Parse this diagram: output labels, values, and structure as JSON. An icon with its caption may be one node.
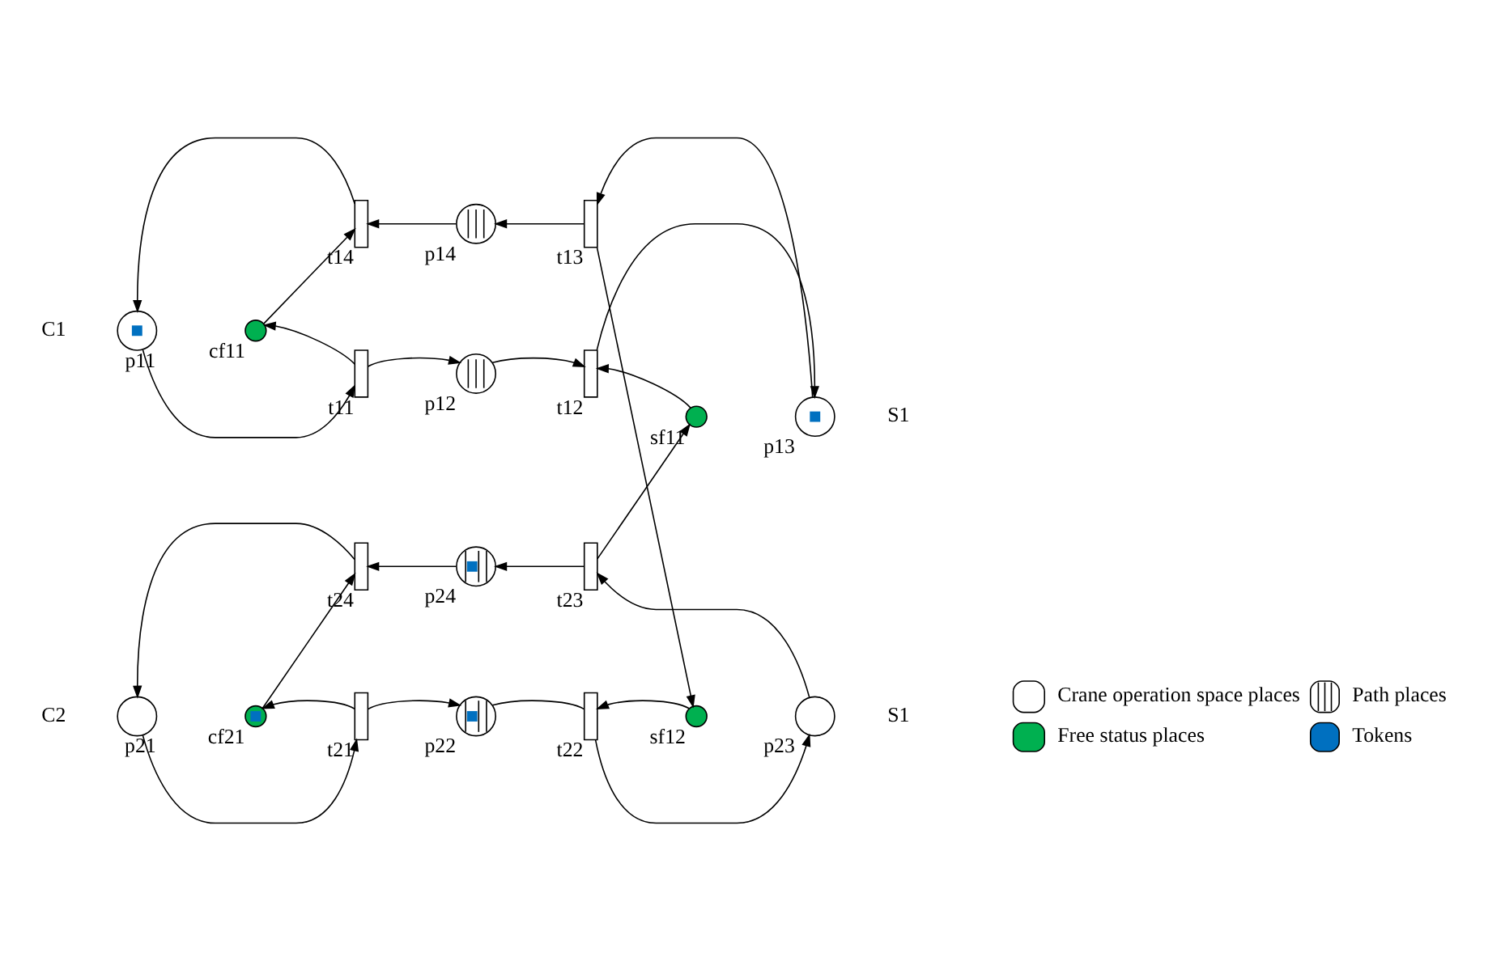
{
  "diagram": {
    "nodes": [
      {
        "text": [
          "p11"
        ],
        "beside": [
          "C1"
        ]
      },
      {
        "text": [
          "cf11"
        ]
      },
      {
        "text": [
          "t14"
        ]
      },
      {
        "text": [
          "t11"
        ]
      },
      {
        "text": [
          "p14"
        ]
      },
      {
        "text": [
          "p12"
        ]
      },
      {
        "text": [
          "t13"
        ]
      },
      {
        "text": [
          "t12"
        ]
      },
      {
        "text": [
          "p13"
        ],
        "beside": [
          "S1"
        ]
      },
      {
        "text": [
          "sf11"
        ]
      },
      {
        "text": [
          "sf12"
        ]
      },
      {
        "text": [
          "p24"
        ]
      },
      {
        "text": [
          "t24"
        ]
      },
      {
        "text": [
          "t23"
        ]
      },
      {
        "text": [
          "p21"
        ],
        "beside": [
          "C2"
        ]
      },
      {
        "text": [
          "cf21"
        ]
      },
      {
        "text": [
          "t21"
        ]
      },
      {
        "text": [
          "p22"
        ]
      },
      {
        "text": [
          "t22"
        ]
      },
      {
        "text": [
          "p23"
        ],
        "beside": [
          "S1"
        ]
      }
    ],
    "edges": [
      {
        "from": 0,
        "to": 3,
        "arrow": "to"
      },
      {
        "from": 3,
        "to": 5,
        "arrow": "to"
      },
      {
        "from": 5,
        "to": 7,
        "arrow": "to"
      },
      {
        "from": 7,
        "to": 8,
        "arrow": "to"
      },
      {
        "from": 8,
        "to": 6,
        "arrow": "to"
      },
      {
        "from": 6,
        "to": 4,
        "arrow": "to"
      },
      {
        "from": 4,
        "to": 2,
        "arrow": "to"
      },
      {
        "from": 2,
        "to": 0,
        "arrow": "to"
      },
      {
        "from": 3,
        "to": 1,
        "arrow": "to"
      },
      {
        "from": 1,
        "to": 2,
        "arrow": "to"
      },
      {
        "from": 9,
        "to": 7,
        "arrow": "to"
      },
      {
        "from": 6,
        "to": 10,
        "arrow": "to"
      },
      {
        "from": 13,
        "to": 9,
        "arrow": "to"
      },
      {
        "from": 10,
        "to": 18,
        "arrow": "to"
      },
      {
        "from": 19,
        "to": 13,
        "arrow": "to"
      },
      {
        "from": 13,
        "to": 11,
        "arrow": "to"
      },
      {
        "from": 11,
        "to": 12,
        "arrow": "to"
      },
      {
        "from": 12,
        "to": 14,
        "arrow": "to"
      },
      {
        "from": 14,
        "to": 16,
        "arrow": "to"
      },
      {
        "from": 16,
        "to": 17,
        "arrow": "to"
      },
      {
        "from": 17,
        "to": 18,
        "arrow": "none"
      },
      {
        "from": 18,
        "to": 19,
        "arrow": "to"
      },
      {
        "from": 16,
        "to": 15,
        "arrow": "to"
      },
      {
        "from": 15,
        "to": 12,
        "arrow": "to"
      }
    ],
    "legend": [
      {
        "text": "Crane operation space places"
      },
      {
        "text": "Path places"
      },
      {
        "text": "Free status places",
        "color": "#00b050"
      },
      {
        "text": "Tokens",
        "color": "#0070c0"
      }
    ]
  }
}
